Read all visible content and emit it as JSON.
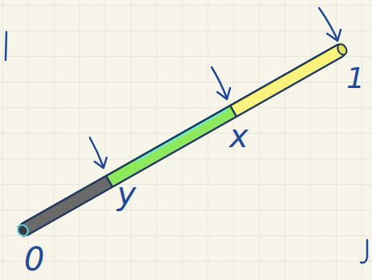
{
  "diagram": {
    "labels": [
      "0",
      "y",
      "x",
      "1"
    ]
  }
}
